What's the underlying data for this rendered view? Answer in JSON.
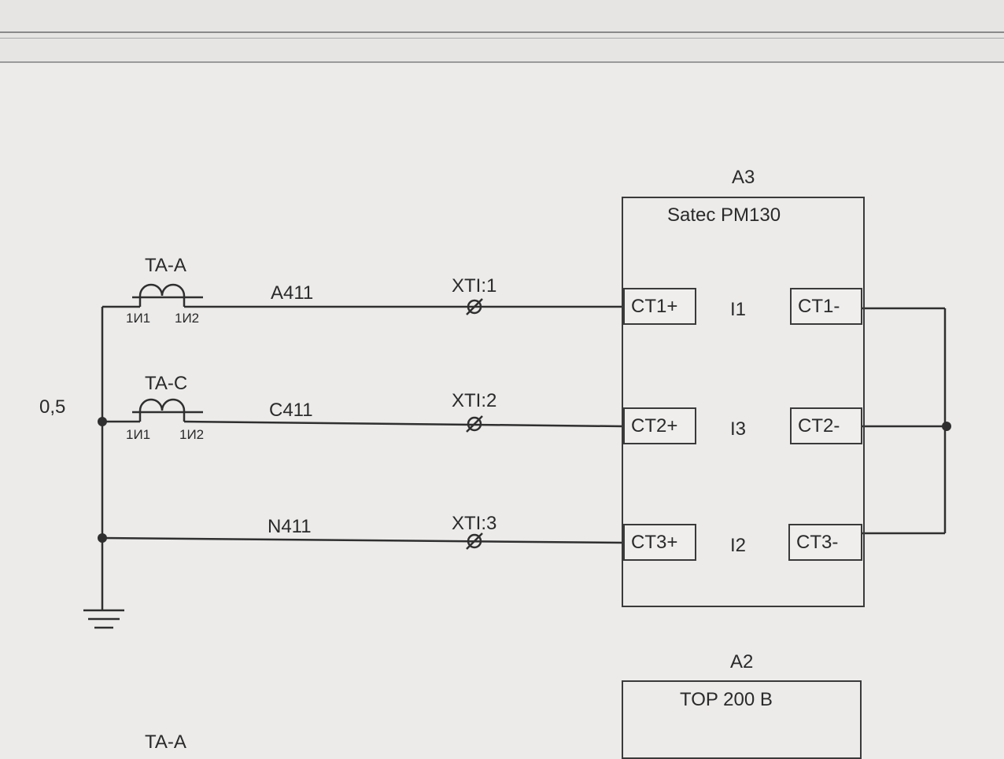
{
  "diagram": {
    "labels": {
      "ta_a_top": "TA-A",
      "ta_a_w1": "1И1",
      "ta_a_w2": "1И2",
      "ta_c": "TA-C",
      "ta_c_w1": "1И1",
      "ta_c_w2": "1И2",
      "ground_value": "0,5",
      "wire_a": "A411",
      "wire_c": "C411",
      "wire_n": "N411",
      "xt1": "XTI:1",
      "xt2": "XTI:2",
      "xt3": "XTI:3",
      "ta_a_bottom": "TA-A"
    },
    "devices": {
      "a3": {
        "designator": "A3",
        "name": "Satec PM130",
        "terminals": {
          "ct1_plus": "CT1+",
          "ct1_minus": "CT1-",
          "ct2_plus": "CT2+",
          "ct2_minus": "CT2-",
          "ct3_plus": "CT3+",
          "ct3_minus": "CT3-"
        },
        "channels": {
          "i1": "I1",
          "i3": "I3",
          "i2": "I2"
        }
      },
      "a2": {
        "designator": "A2",
        "name": "TOP 200 B"
      }
    }
  }
}
